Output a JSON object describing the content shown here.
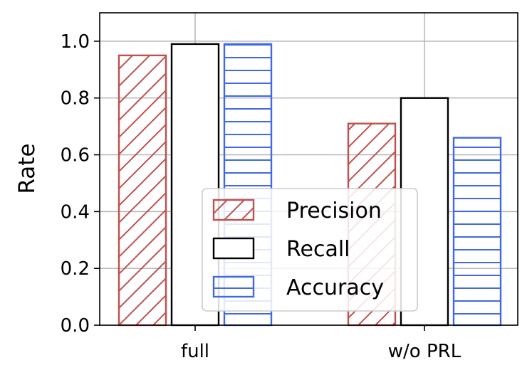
{
  "chart_data": {
    "type": "bar",
    "title": "",
    "xlabel": "",
    "ylabel": "Rate",
    "categories": [
      "full",
      "w/o PRL"
    ],
    "series": [
      {
        "name": "Precision",
        "values": [
          0.95,
          0.71
        ],
        "color": "#c0504d",
        "hatch": "diagonal"
      },
      {
        "name": "Recall",
        "values": [
          0.99,
          0.8
        ],
        "color": "#000000",
        "hatch": "none"
      },
      {
        "name": "Accuracy",
        "values": [
          0.99,
          0.66
        ],
        "color": "#4169e1",
        "hatch": "horizontal"
      }
    ],
    "ylim": [
      0.0,
      1.1
    ],
    "yticks": [
      0.0,
      0.2,
      0.4,
      0.6,
      0.8,
      1.0
    ],
    "ytick_labels": [
      "0.0",
      "0.2",
      "0.4",
      "0.6",
      "0.8",
      "1.0"
    ],
    "grid": true,
    "legend_position": "bottom-center"
  }
}
